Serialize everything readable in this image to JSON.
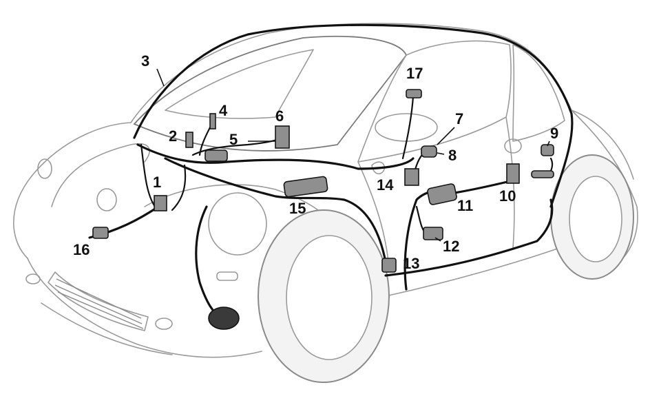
{
  "callouts": {
    "c1": "1",
    "c2": "2",
    "c3": "3",
    "c4": "4",
    "c5": "5",
    "c6": "6",
    "c7": "7",
    "c8": "8",
    "c9": "9",
    "c10": "10",
    "c11": "11",
    "c12": "12",
    "c13": "13",
    "c14": "14",
    "c15": "15",
    "c16": "16",
    "c17": "17"
  },
  "colors": {
    "harness": "#111111",
    "module_fill": "#8f8f8f",
    "car_outline": "#9a9a9a",
    "background": "#ffffff"
  }
}
